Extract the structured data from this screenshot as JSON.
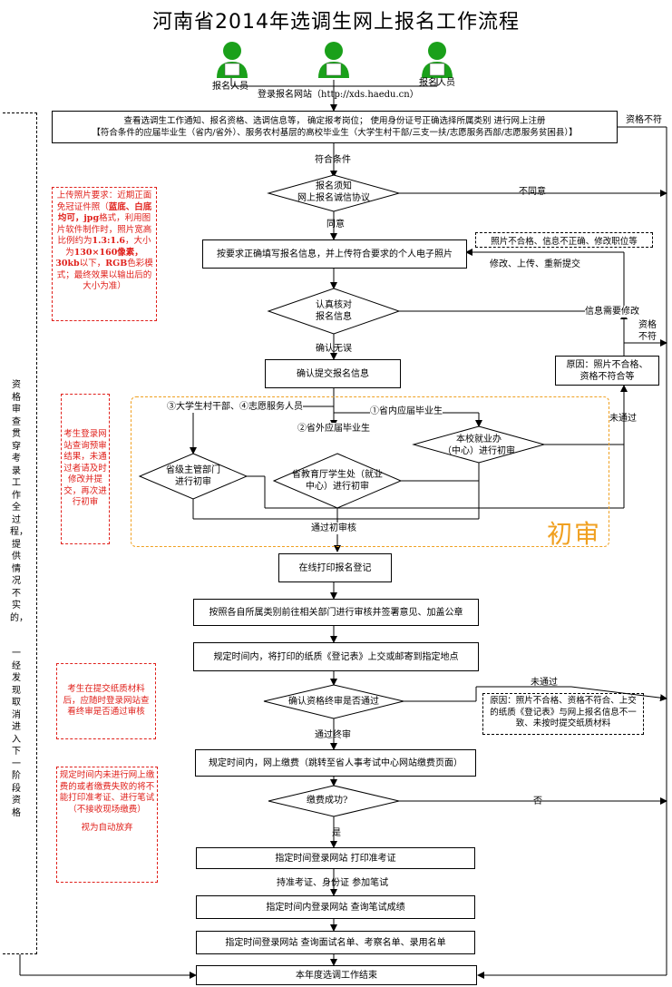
{
  "title": "河南省2014年选调生网上报名工作流程",
  "persons": [
    "报名人员",
    "报名人员"
  ],
  "login_site": "登录报名网站（http://xds.haedu.cn）",
  "top_box": {
    "line1": "查看选调生工作通知、报名资格、选调信息等，  确定报考岗位；   使用身份证号正确选择所属类别       进行网上注册",
    "line2": "【符合条件的应届毕业生（省内/省外）、服务农村基层的高校毕业生（大学生村干部/三支一扶/志愿服务西部/志愿服务贫困县）】"
  },
  "qual_not_met": "资格不符",
  "meets": "符合条件",
  "d1": {
    "line1": "报名须知",
    "line2": "网上报名诚信协议"
  },
  "disagree": "不同意",
  "agree": "同意",
  "fill_box": "按要求正确填写报名信息，并上传符合要求的个人电子照片",
  "photo_reasons": "照片不合格、信息不正确、修改职位等",
  "modify_upload": "修改、上传、重新提交",
  "d2": {
    "line1": "认真核对",
    "line2": "报名信息"
  },
  "info_modify": "信息需要修改",
  "qual_not_met2": {
    "line1": "资格",
    "line2": "不符"
  },
  "confirm_ok": "确认无误",
  "submit_box": "确认提交报名信息",
  "reason_box": {
    "line1": "原因：照片不合格、",
    "line2": "资格不符合等"
  },
  "not_passed": "未通过",
  "cats": {
    "c34": "③大学生村干部、④志愿服务人员",
    "c1": "①省内应届毕业生",
    "c2": "②省外应届毕业生"
  },
  "d3": {
    "line1": "本校就业办",
    "line2": "（中心）进行初审"
  },
  "d4": {
    "line1": "省级主管部门",
    "line2": "进行初审"
  },
  "d5": {
    "line1": "省教育厅学生处（就业",
    "line2": "中心）进行初审"
  },
  "pass_first": "通过初审核",
  "first_review": "初审",
  "print_box": "在线打印报名登记",
  "sign_box": "按照各自所属类别前往相关部门进行审核并签署意见、加盖公章",
  "submit_paper": "规定时间内，将打印的纸质《登记表》上交或邮寄到指定地点",
  "d6": "确认资格终审是否通过",
  "not_passed2": "未通过",
  "final_reason": "原因：照片不合格、资格不符合、上交的纸质《登记表》与网上报名信息不一致、未按时提交纸质材料",
  "pass_final": "通过终审",
  "pay_box": "规定时间内，网上缴费（跳转至省人事考试中心网站缴费页面）",
  "d7": "缴费成功?",
  "no": "否",
  "yes": "是",
  "print_ticket": "指定时间登录网站     打印准考证",
  "bring_docs": "持准考证、身份证   参加笔试",
  "check_score": "指定时间内登录网站     查询笔试成绩",
  "check_list": "指定时间登录网站 查询面试名单、考察名单、录用名单",
  "end_box": "本年度选调工作结束",
  "left_vertical": "资格审查贯穿考录工作全过程，提供情况不实的，一经发现取消进入下一阶段资格",
  "notes": {
    "photo": {
      "p1": "上传照片要求：近期正面免冠证件照（",
      "p2": "蓝底、白底均可，",
      "p3": "jpg",
      "p4": "格式，利用图片软件制作时，照片宽高比例约为",
      "p5": "1.3:1.6",
      "p6": "，大小为",
      "p7": "130×160像素，30kb",
      "p8": "以下，",
      "p9": "RGB",
      "p10": "色彩模式；最终效果以输出后的大小为准）"
    },
    "login_check": "考生登录网站查询预审结果，未通过者请及时修改并提交，再次进行初审",
    "paper_check": "考生在提交纸质材料后，应随时登录网站查看终审是否通过审核",
    "pay_warn": "规定时间内未进行网上缴费的或者缴费失败的将不能打印准考证、进行笔试（不接收现场缴费）",
    "pay_warn2": "视为自动放弃"
  },
  "colors": {
    "red": "#e0201b",
    "orange": "#f0a020",
    "green": "#1aa01a"
  }
}
